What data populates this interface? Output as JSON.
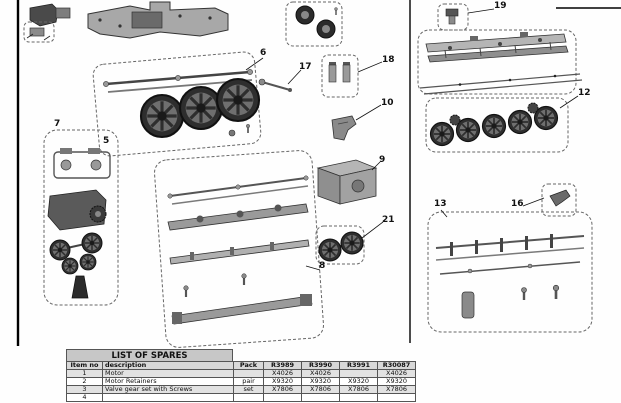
{
  "diagram": {
    "labels": [
      {
        "id": "19"
      },
      {
        "id": "18"
      },
      {
        "id": "10"
      },
      {
        "id": "12"
      },
      {
        "id": "6"
      },
      {
        "id": "17"
      },
      {
        "id": "5"
      },
      {
        "id": "7"
      },
      {
        "id": "9"
      },
      {
        "id": "13"
      },
      {
        "id": "16"
      },
      {
        "id": "21"
      },
      {
        "id": "8"
      }
    ]
  },
  "table": {
    "title": "LIST OF SPARES",
    "columns": [
      "Item no",
      "description",
      "Pack",
      "R3989",
      "R3990",
      "R3991",
      "R30087"
    ],
    "rows": [
      {
        "item": "1",
        "description": "Motor",
        "pack": "",
        "c1": "X4026",
        "c2": "X4026",
        "c3": "",
        "c4": "X4026"
      },
      {
        "item": "2",
        "description": "Motor Retainers",
        "pack": "pair",
        "c1": "X9320",
        "c2": "X9320",
        "c3": "X9320",
        "c4": "X9320"
      },
      {
        "item": "3",
        "description": "Valve gear set with Screws",
        "pack": "set",
        "c1": "X7806",
        "c2": "X7806",
        "c3": "X7806",
        "c4": "X7806"
      },
      {
        "item": "4",
        "description": "",
        "pack": "",
        "c1": "",
        "c2": "",
        "c3": "",
        "c4": ""
      }
    ]
  }
}
